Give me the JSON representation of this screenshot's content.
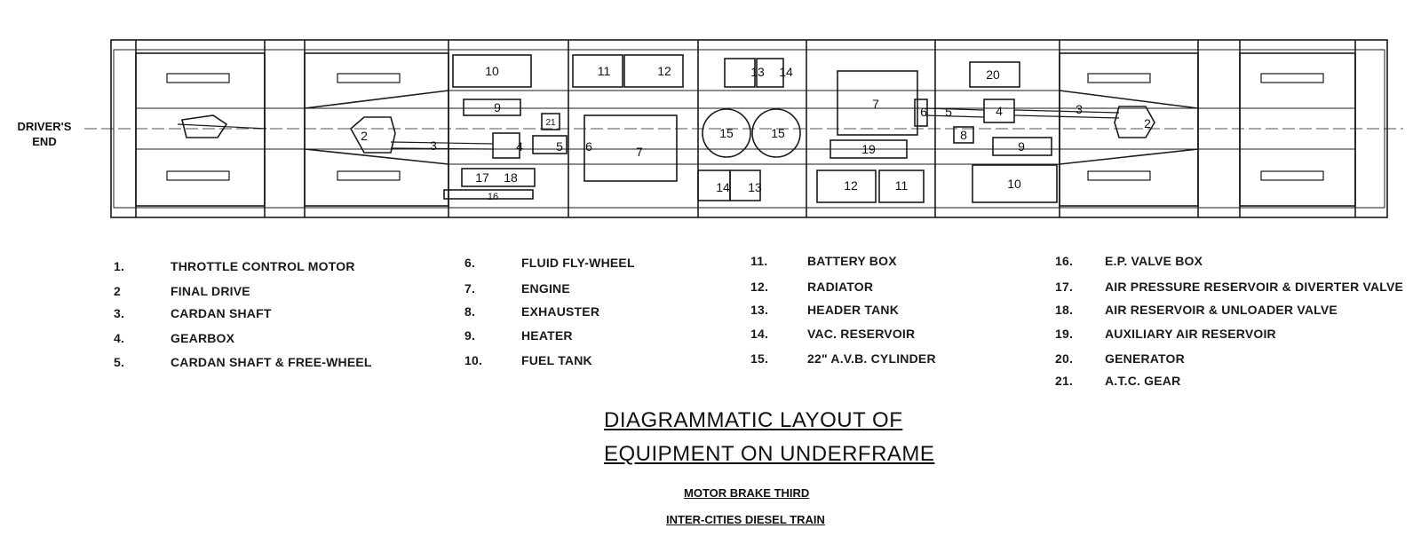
{
  "driver_end": {
    "line1": "DRIVER'S",
    "line2": "END"
  },
  "legend": [
    {
      "num": "1.",
      "text": "THROTTLE CONTROL MOTOR"
    },
    {
      "num": "2",
      "text": "FINAL DRIVE"
    },
    {
      "num": "3.",
      "text": "CARDAN SHAFT"
    },
    {
      "num": "4.",
      "text": "GEARBOX"
    },
    {
      "num": "5.",
      "text": "CARDAN SHAFT & FREE-WHEEL"
    },
    {
      "num": "6.",
      "text": "FLUID FLY-WHEEL"
    },
    {
      "num": "7.",
      "text": "ENGINE"
    },
    {
      "num": "8.",
      "text": "EXHAUSTER"
    },
    {
      "num": "9.",
      "text": "HEATER"
    },
    {
      "num": "10.",
      "text": "FUEL TANK"
    },
    {
      "num": "11.",
      "text": "BATTERY BOX"
    },
    {
      "num": "12.",
      "text": "RADIATOR"
    },
    {
      "num": "13.",
      "text": "HEADER TANK"
    },
    {
      "num": "14.",
      "text": "VAC. RESERVOIR"
    },
    {
      "num": "15.",
      "text": "22\" A.V.B. CYLINDER"
    },
    {
      "num": "16.",
      "text": "E.P. VALVE BOX"
    },
    {
      "num": "17.",
      "text": "AIR PRESSURE RESERVOIR & DIVERTER VALVE"
    },
    {
      "num": "18.",
      "text": "AIR RESERVOIR & UNLOADER VALVE"
    },
    {
      "num": "19.",
      "text": "AUXILIARY AIR RESERVOIR"
    },
    {
      "num": "20.",
      "text": "GENERATOR"
    },
    {
      "num": "21.",
      "text": "A.T.C. GEAR"
    }
  ],
  "title": {
    "line1": "DIAGRAMMATIC LAYOUT OF",
    "line2": "EQUIPMENT ON UNDERFRAME"
  },
  "subtitle": {
    "line1": "MOTOR BRAKE THIRD",
    "line2": "INTER-CITIES DIESEL TRAIN"
  },
  "component_labels": {
    "n2": "2",
    "n3": "3",
    "n4": "4",
    "n5": "5",
    "n6": "6",
    "n7": "7",
    "n8": "8",
    "n9": "9",
    "n10": "10",
    "n11": "11",
    "n12": "12",
    "n13": "13",
    "n14": "14",
    "n15": "15",
    "n16": "16",
    "n17": "17",
    "n18": "18",
    "n19": "19",
    "n20": "20",
    "n21": "21"
  }
}
